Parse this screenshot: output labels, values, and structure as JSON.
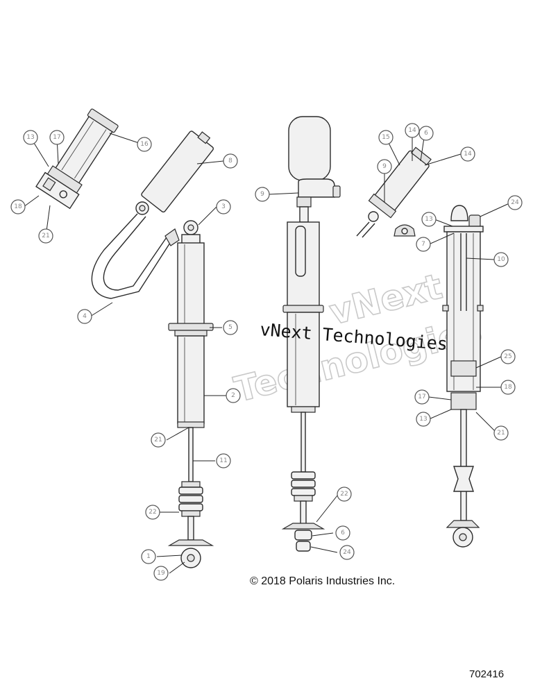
{
  "callouts": [
    "13",
    "17",
    "18",
    "21",
    "16",
    "8",
    "3",
    "4",
    "5",
    "2",
    "21",
    "11",
    "22",
    "1",
    "19",
    "9",
    "22",
    "6",
    "24",
    "14",
    "15",
    "14",
    "6",
    "9",
    "24",
    "13",
    "7",
    "10",
    "25",
    "18",
    "17",
    "13",
    "21"
  ],
  "watermark": {
    "line1": "vNext Technologies",
    "faint_top": "vNext",
    "faint_bottom": "Technologies"
  },
  "copyright": "© 2018 Polaris Industries Inc.",
  "figure_number": "702416"
}
